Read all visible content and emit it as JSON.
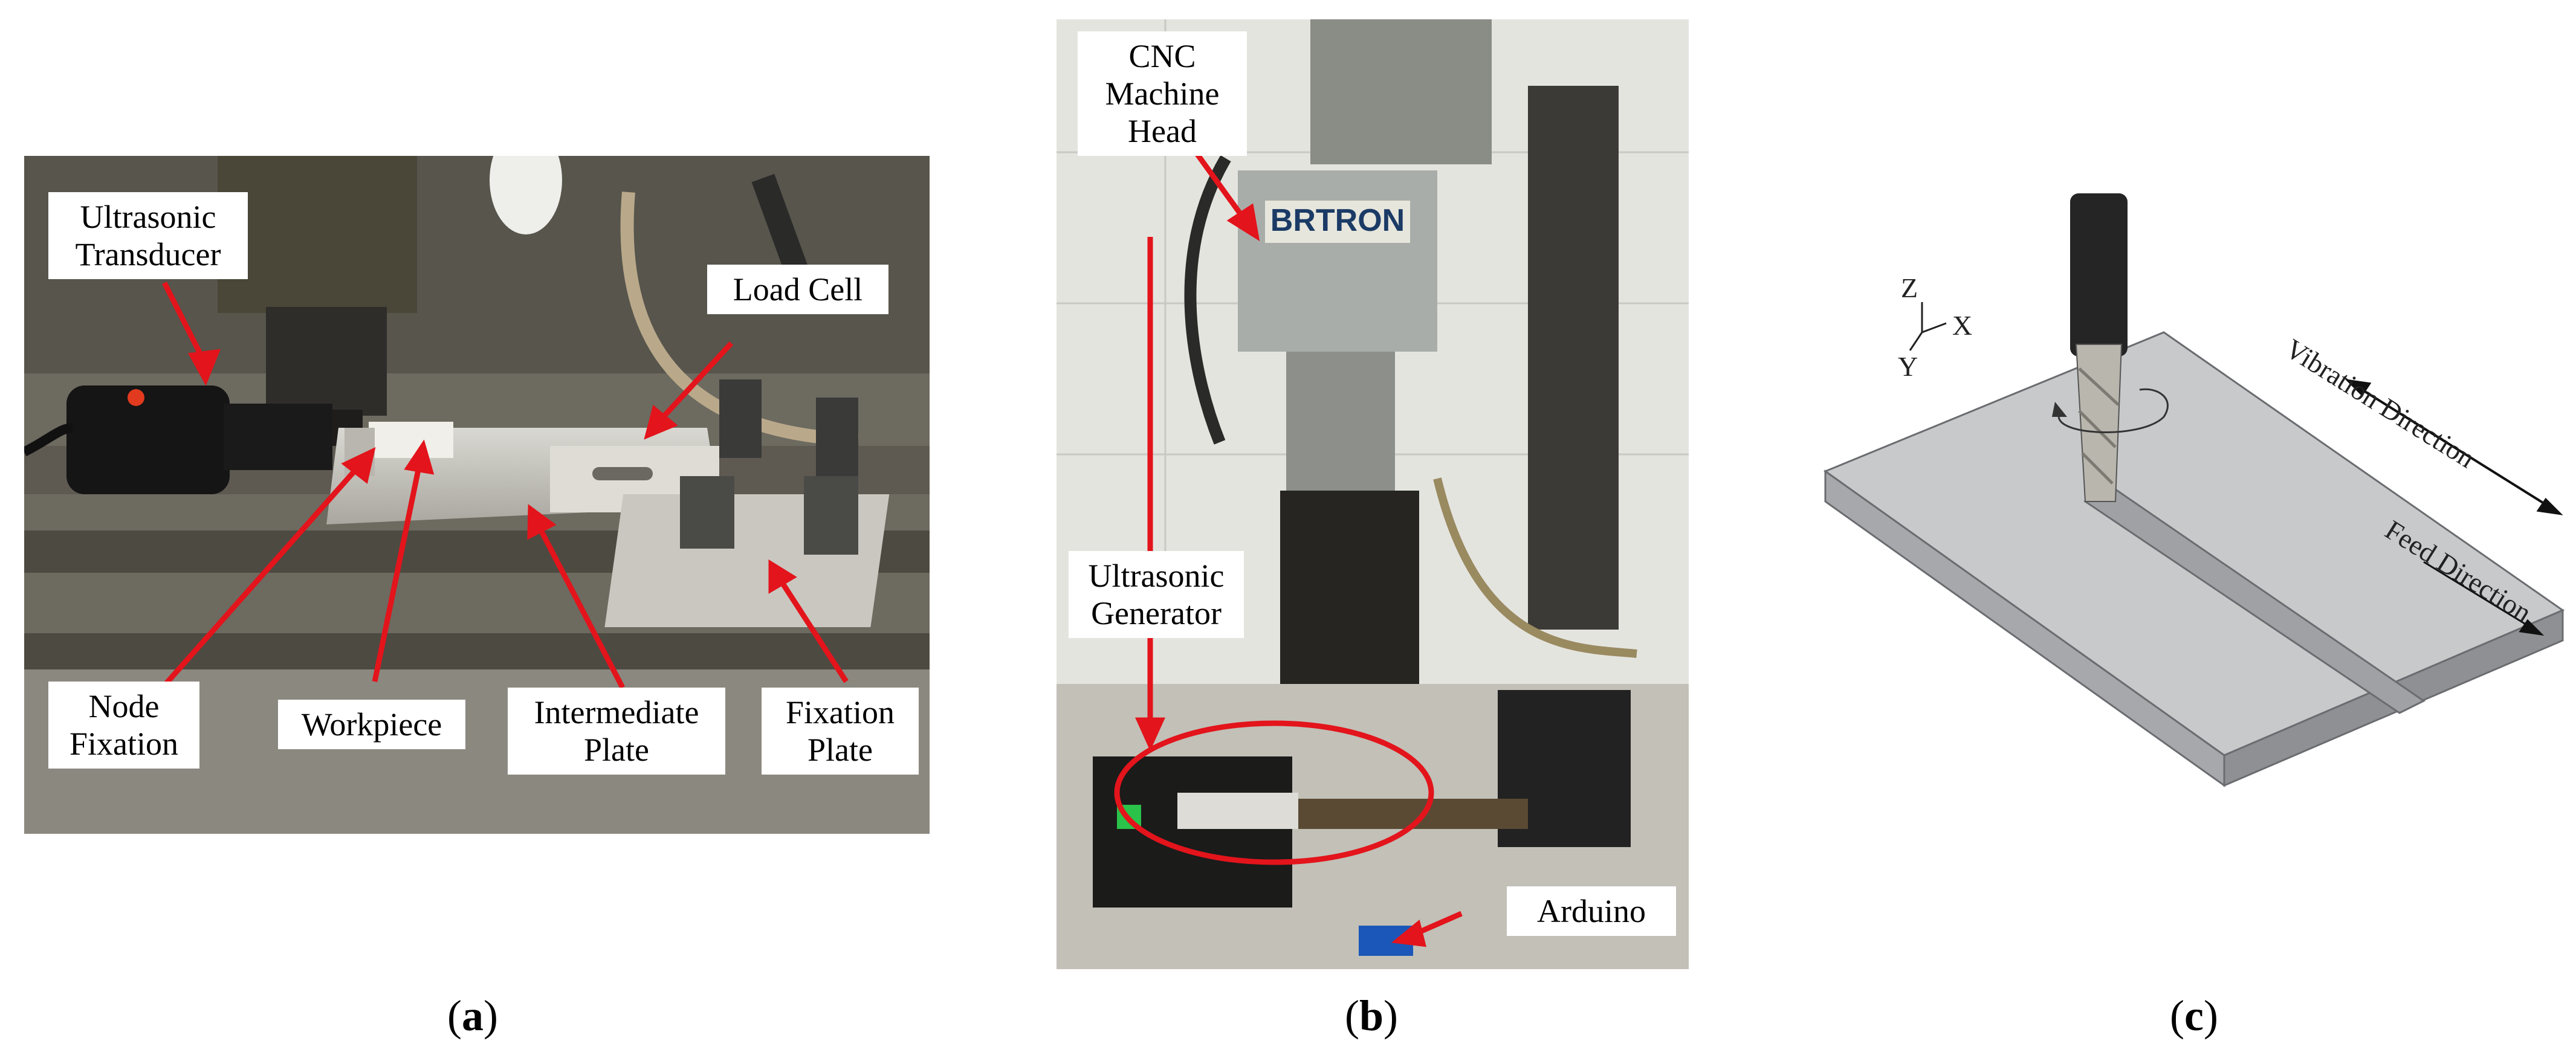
{
  "panel_a": {
    "labels": {
      "ultrasonic_transducer": "Ultrasonic Transducer",
      "load_cell": "Load Cell",
      "node_fixation": "Node Fixation",
      "workpiece": "Workpiece",
      "intermediate_plate": "Intermediate Plate",
      "fixation_plate": "Fixation Plate"
    },
    "caption_letter": "a"
  },
  "panel_b": {
    "labels": {
      "cnc_machine_head": "CNC Machine Head",
      "ultrasonic_generator": "Ultrasonic Generator",
      "arduino": "Arduino"
    },
    "brand_plate": "BRTRON",
    "caption_letter": "b"
  },
  "panel_c": {
    "axes": {
      "z": "Z",
      "x": "X",
      "y": "Y"
    },
    "vibration_direction": "Vibration Direction",
    "feed_direction": "Feed Direction",
    "caption_letter": "c"
  },
  "colors": {
    "arrow": "#e3141b",
    "label_bg": "#ffffff",
    "plate": "#c8c9cb"
  }
}
